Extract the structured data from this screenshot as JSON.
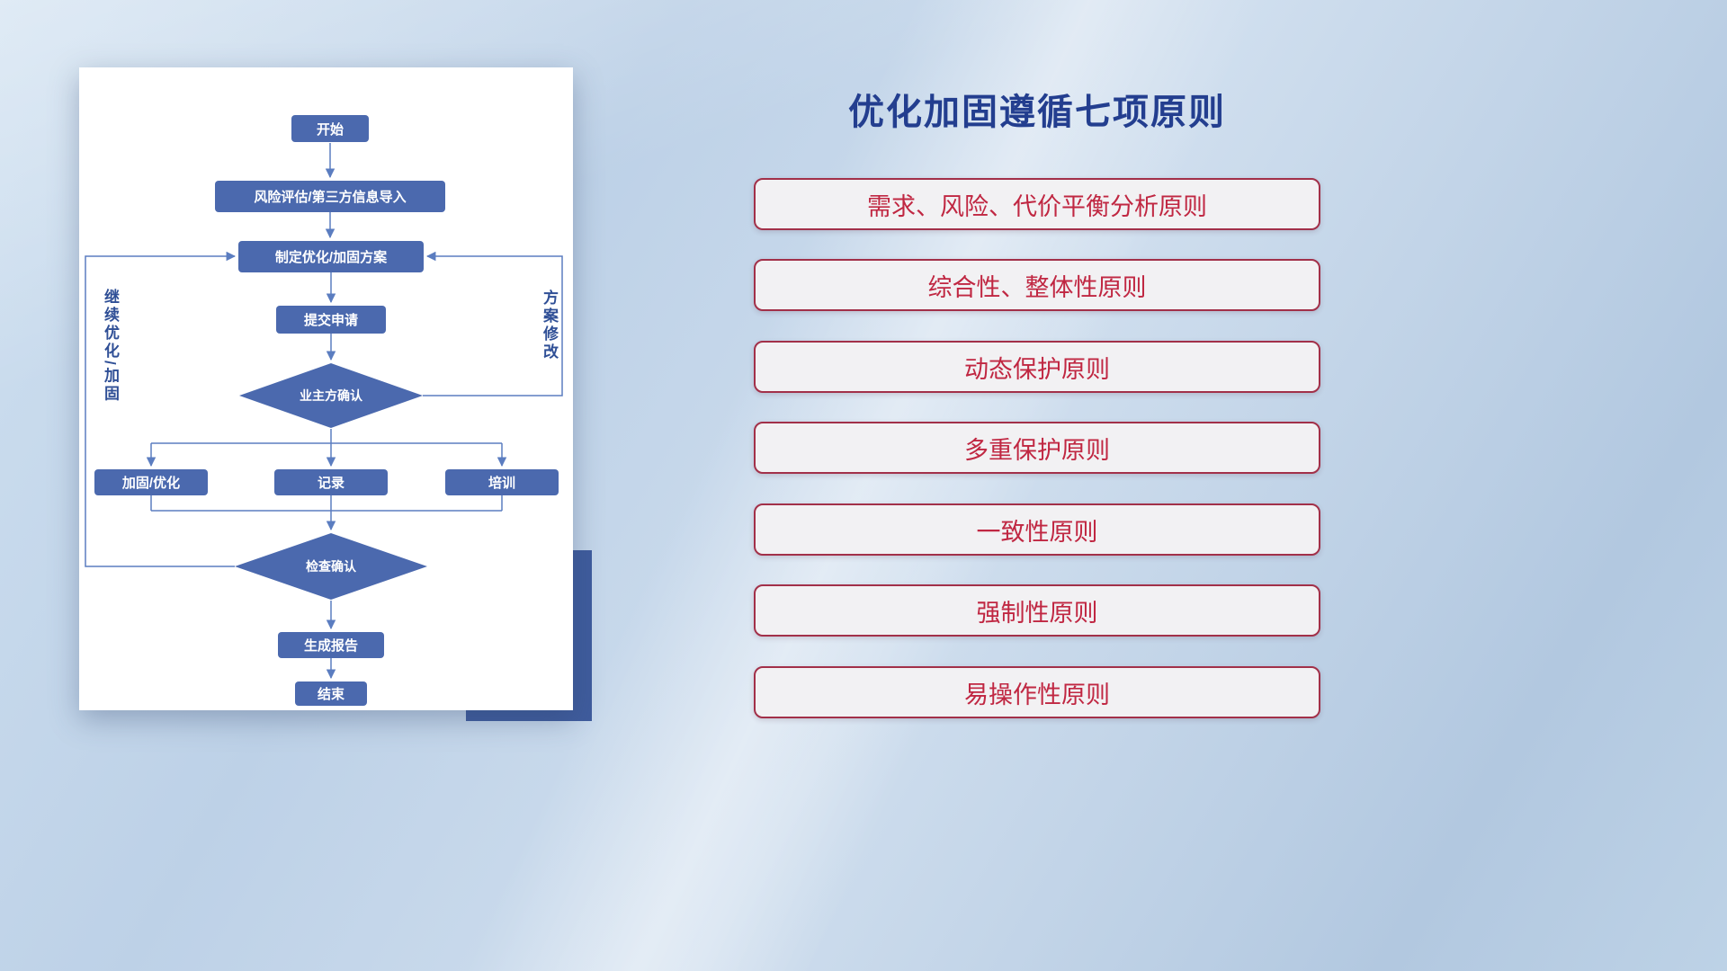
{
  "title": "优化加固遵循七项原则",
  "principles": [
    "需求、风险、代价平衡分析原则",
    "综合性、整体性原则",
    "动态保护原则",
    "多重保护原则",
    "一致性原则",
    "强制性原则",
    "易操作性原则"
  ],
  "flowchart": {
    "nodes": {
      "start": "开始",
      "risk": "风险评估/第三方信息导入",
      "plan": "制定优化/加固方案",
      "submit": "提交申请",
      "owner_confirm": "业主方确认",
      "reinforce": "加固/优化",
      "record": "记录",
      "training": "培训",
      "check_confirm": "检查确认",
      "report": "生成报告",
      "end": "结束"
    },
    "edge_labels": {
      "continue_optimize": "继续优化/加固",
      "plan_modify": "方案修改"
    }
  },
  "colors": {
    "node_fill": "#4b69ae",
    "connector": "#5b7dc0",
    "title": "#233e8f",
    "principle_text": "#c02742",
    "principle_border": "#a23049",
    "accent_block": "#3f5c9d"
  }
}
